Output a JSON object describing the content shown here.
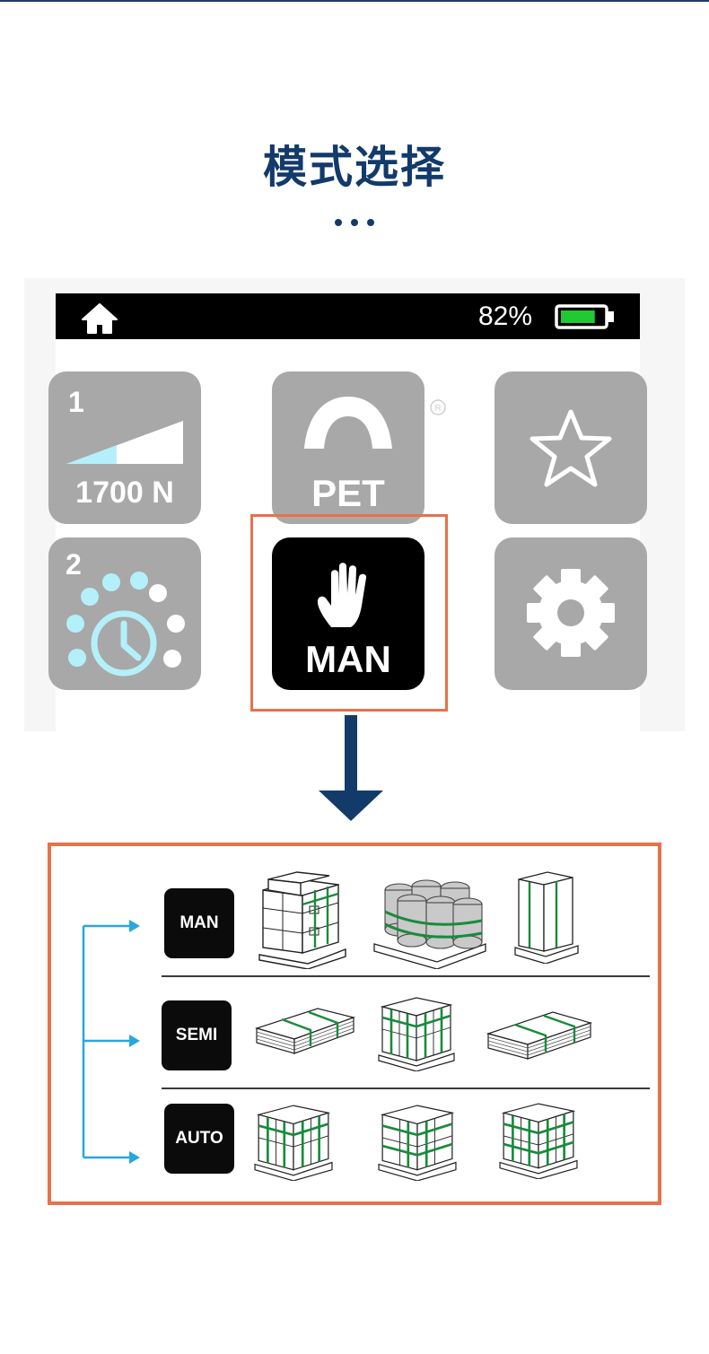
{
  "header": {
    "title": "模式选择"
  },
  "device": {
    "battery_percent": "82%",
    "battery_level": 0.82,
    "tiles": [
      {
        "id": "program-1",
        "number": "1",
        "value": "1700 N",
        "fill_level": 0.43,
        "accent": "#b4f0fa"
      },
      {
        "id": "pet",
        "label": "PET"
      },
      {
        "id": "favorites"
      },
      {
        "id": "program-2",
        "number": "2",
        "accent": "#b4f0fa"
      },
      {
        "id": "manual-mode",
        "label": "MAN",
        "selected": true
      },
      {
        "id": "settings"
      }
    ]
  },
  "modes": {
    "rows": [
      {
        "label": "MAN",
        "items": [
          "stacked-boxes-pallet",
          "barrels-pallet",
          "tall-package-pallet"
        ]
      },
      {
        "label": "SEMI",
        "items": [
          "flat-sheets-pallet",
          "cube-boxes-pallet",
          "flat-sheets-pallet"
        ]
      },
      {
        "label": "AUTO",
        "items": [
          "cube-boxes-pallet",
          "cube-boxes-pallet",
          "cube-boxes-pallet"
        ]
      }
    ]
  },
  "colors": {
    "title": "#123a6a",
    "tile_gray": "#a8a8a8",
    "highlight": "#e8714a",
    "arrow": "#133b69",
    "connector": "#29a6e0",
    "strap": "#1a8a3c",
    "battery_fill": "#21c933"
  }
}
